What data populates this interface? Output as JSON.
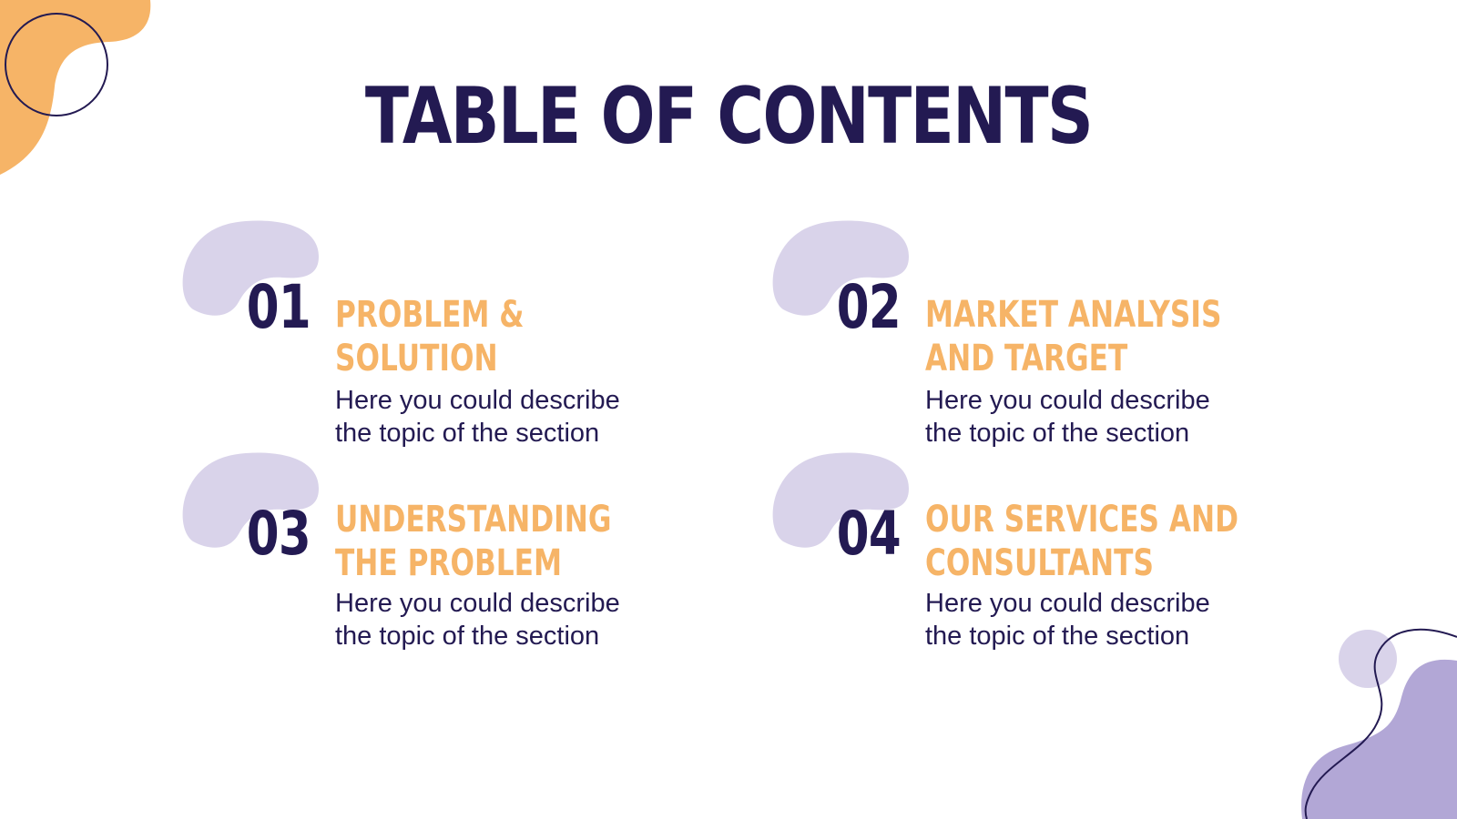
{
  "slide": {
    "title": "TABLE OF CONTENTS",
    "colors": {
      "navy": "#231a52",
      "orange": "#f6b467",
      "lavender": "#d9d3ea",
      "purple": "#b2a7d6"
    },
    "items": [
      {
        "number": "01",
        "heading": "PROBLEM &\nSOLUTION",
        "description": "Here you could describe the topic of the section"
      },
      {
        "number": "02",
        "heading": "MARKET ANALYSIS\nAND TARGET",
        "description": "Here you could describe the topic of the section"
      },
      {
        "number": "03",
        "heading": "UNDERSTANDING\nTHE PROBLEM",
        "description": "Here you could describe the topic of the section"
      },
      {
        "number": "04",
        "heading": "OUR SERVICES AND\nCONSULTANTS",
        "description": "Here you could describe the topic of the section"
      }
    ]
  }
}
